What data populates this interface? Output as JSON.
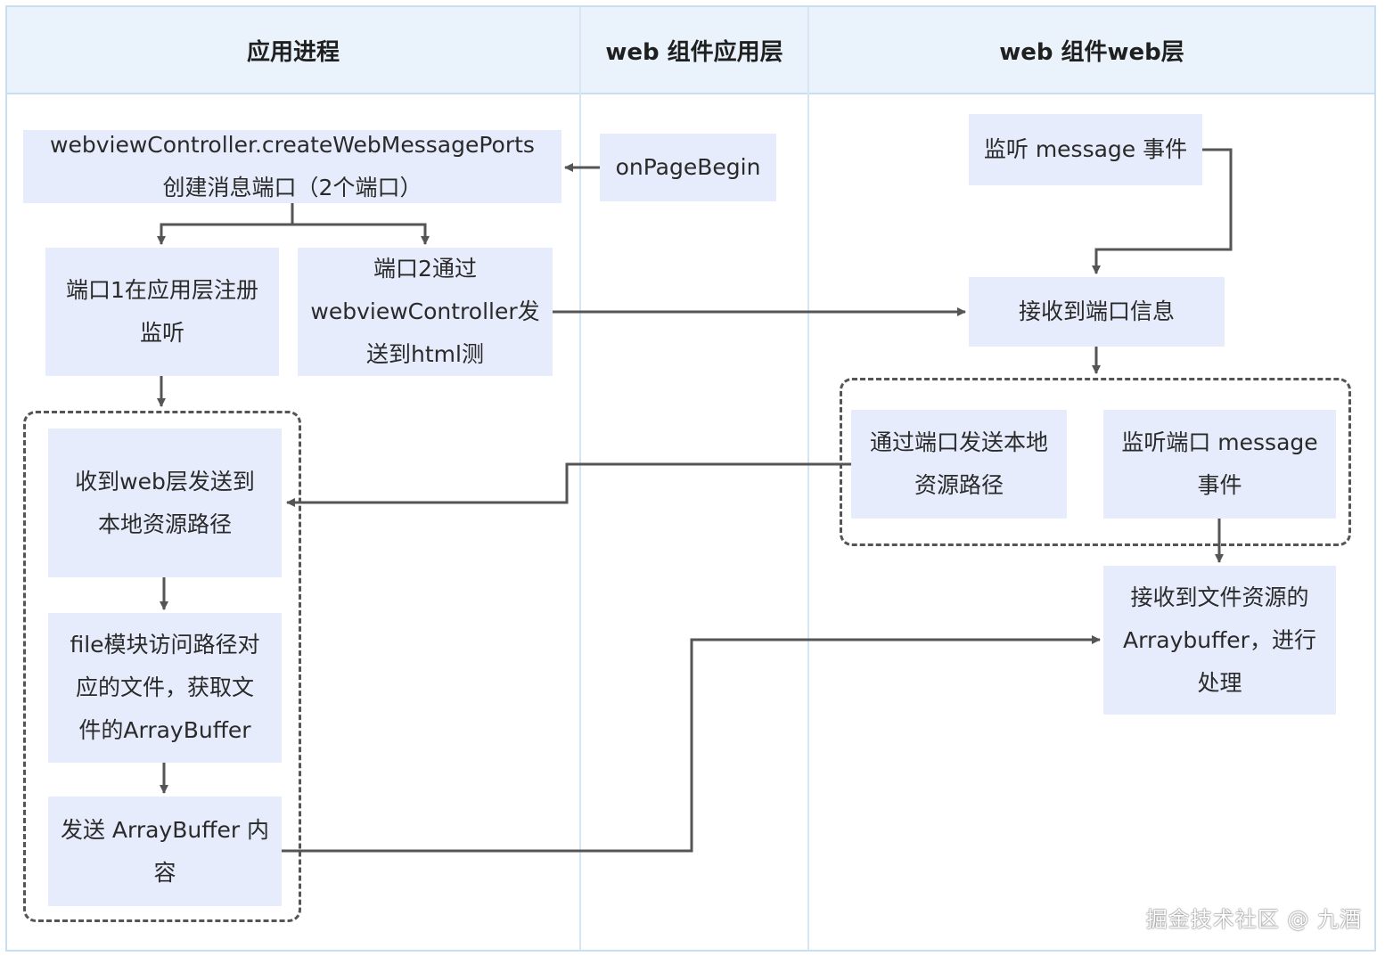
{
  "columns": {
    "app": "应用进程",
    "web_app": "web 组件应用层",
    "web_web": "web 组件web层"
  },
  "nodes": {
    "create_ports": "webviewController.createWebMessagePorts\n创建消息端口（2个端口）",
    "on_page_begin": "onPageBegin",
    "port1": "端口1在应用层注册\n监听",
    "port2": "端口2通过\nwebviewController发\n送到html测",
    "listen_message": "监听 message 事件",
    "receive_port": "接收到端口信息",
    "send_path": "通过端口发送本地\n资源路径",
    "listen_port_message": "监听端口 message\n事件",
    "recv_path": "收到web层发送到\n本地资源路径",
    "file_access": "file模块访问路径对\n应的文件，获取文\n件的ArrayBuffer",
    "send_buffer": "发送 ArrayBuffer 内\n容",
    "recv_buffer": "接收到文件资源的\nArraybuffer，进行\n处理"
  },
  "watermark": "掘金技术社区 @ 九酒",
  "colors": {
    "header_bg": "#eaf3fb",
    "node_bg": "#e6ecfb",
    "edge": "#555555"
  }
}
